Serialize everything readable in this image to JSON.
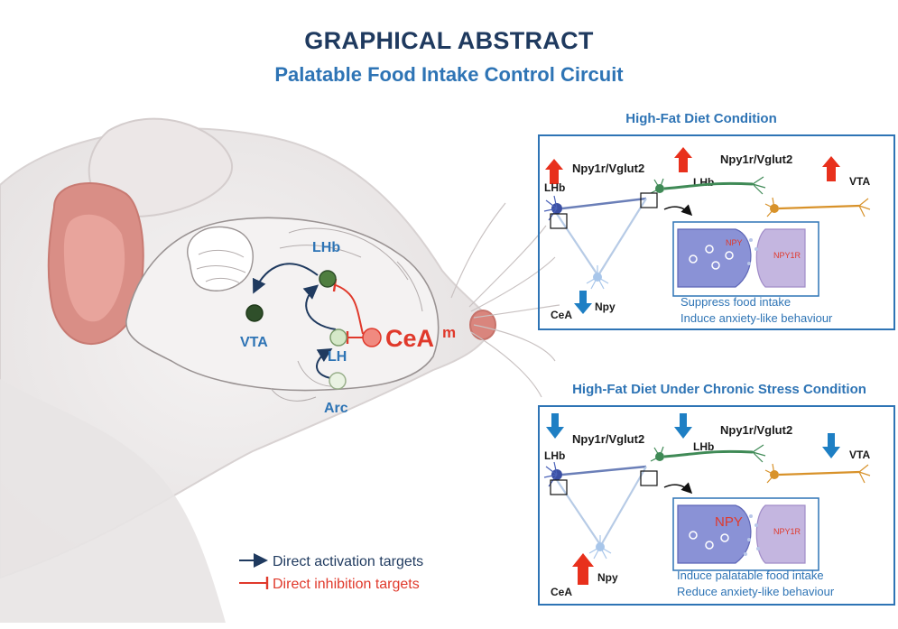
{
  "header": {
    "title": "GRAPHICAL ABSTRACT",
    "subtitle": "Palatable Food Intake Control Circuit"
  },
  "brain": {
    "nodes": {
      "vta": "VTA",
      "lhb": "LHb",
      "lh": "LH",
      "arc": "Arc",
      "cea": "CeA",
      "cea_sup": "m"
    }
  },
  "legend": {
    "activation": "Direct activation targets",
    "inhibition": "Direct inhibition targets"
  },
  "panel_top": {
    "heading": "High-Fat Diet Condition",
    "labels": {
      "lhb_left": "LHb",
      "npy1r_left": "Npy1r/Vglut2",
      "lhb_mid": "LHb",
      "npy1r_right": "Npy1r/Vglut2",
      "vta": "VTA",
      "cea": "CeA",
      "npy": "Npy"
    },
    "inset": {
      "npy": "NPY",
      "npy1r": "NPY1R"
    },
    "effects": [
      "Suppress food intake",
      "Induce anxiety-like behaviour"
    ]
  },
  "panel_bottom": {
    "heading": "High-Fat Diet Under Chronic Stress Condition",
    "labels": {
      "lhb_left": "LHb",
      "npy1r_left": "Npy1r/Vglut2",
      "lhb_mid": "LHb",
      "npy1r_right": "Npy1r/Vglut2",
      "vta": "VTA",
      "cea": "CeA",
      "npy": "Npy"
    },
    "inset": {
      "npy": "NPY",
      "npy1r": "NPY1R"
    },
    "effects": [
      "Induce palatable food intake",
      "Reduce anxiety-like behaviour"
    ]
  },
  "colors": {
    "title": "#1f3a5f",
    "accent_blue": "#2e74b5",
    "activation_arrow": "#1f3a5f",
    "inhibition": "#e0392b",
    "increase_arrow": "#e8301c",
    "decrease_arrow": "#1e7fc4"
  }
}
